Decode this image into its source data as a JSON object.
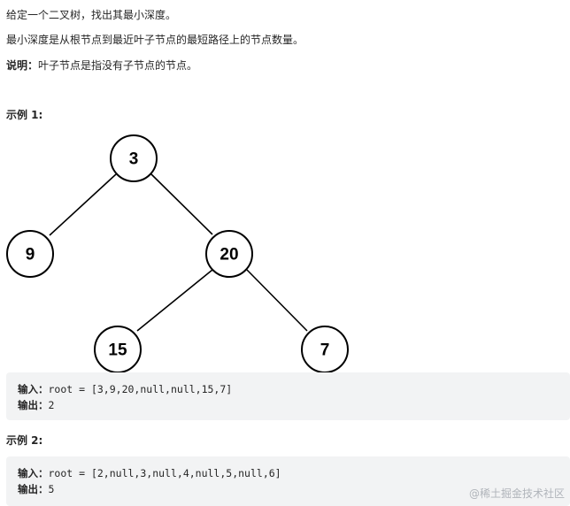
{
  "problem": {
    "line1": "给定一个二叉树，找出其最小深度。",
    "line2": "最小深度是从根节点到最近叶子节点的最短路径上的节点数量。",
    "note_label": "说明：",
    "note_text": "叶子节点是指没有子节点的节点。"
  },
  "example1": {
    "title": "示例 1:",
    "tree": {
      "nodes": [
        "3",
        "9",
        "20",
        "15",
        "7"
      ]
    },
    "input_label": "输入：",
    "input_value": "root = [3,9,20,null,null,15,7]",
    "output_label": "输出：",
    "output_value": "2"
  },
  "example2": {
    "title": "示例 2:",
    "input_label": "输入：",
    "input_value": "root = [2,null,3,null,4,null,5,null,6]",
    "output_label": "输出：",
    "output_value": "5"
  },
  "watermark": "@稀土掘金技术社区"
}
